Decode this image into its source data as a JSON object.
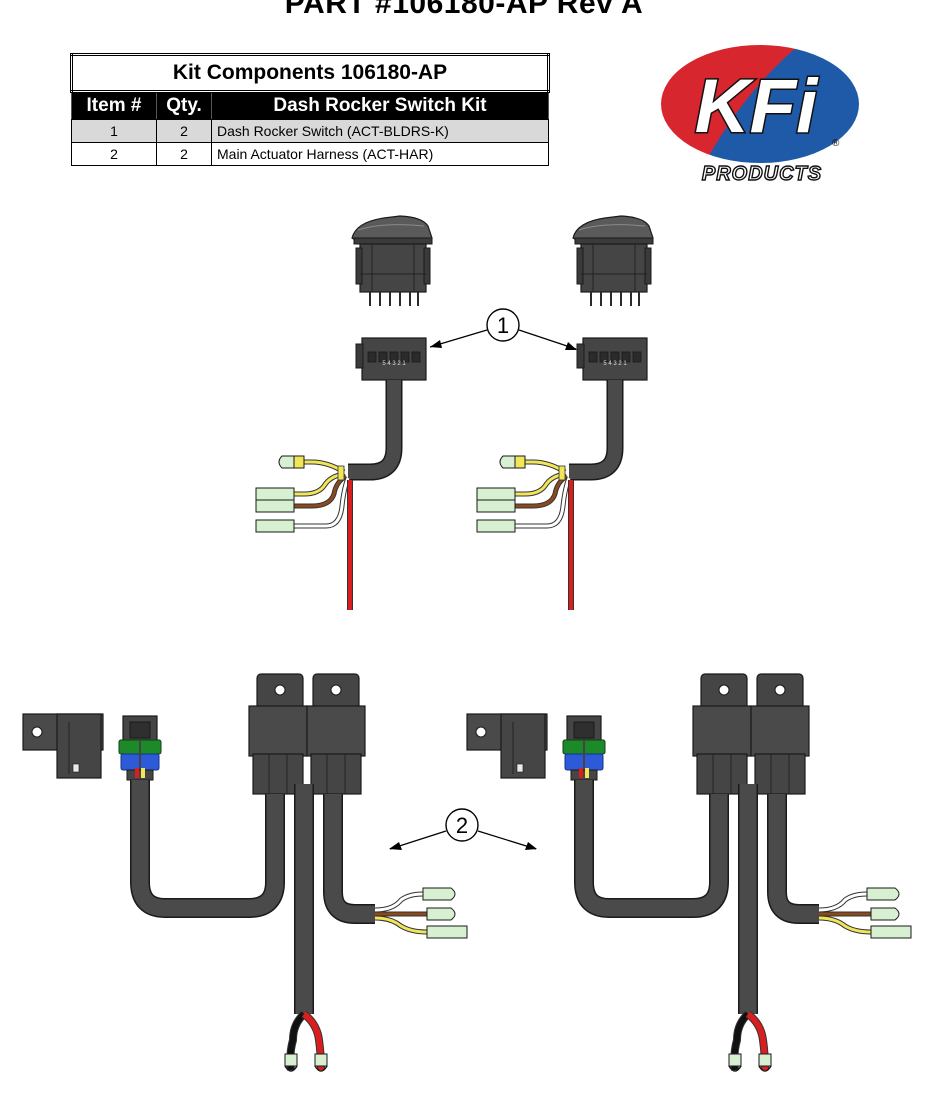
{
  "title": "PART #106180-AP Rev A",
  "kit_table": {
    "caption": "Kit Components 106180-AP",
    "headers": [
      "Item #",
      "Qty.",
      "Dash Rocker Switch Kit"
    ],
    "rows": [
      {
        "item": "1",
        "qty": "2",
        "name": "Dash Rocker Switch (ACT-BLDRS-K)"
      },
      {
        "item": "2",
        "qty": "2",
        "name": "Main Actuator Harness (ACT-HAR)"
      }
    ]
  },
  "logo": {
    "text": "KFi",
    "subtext": "PRODUCTS",
    "mark": "®",
    "colors": {
      "red": "#d7262e",
      "blue": "#1f5aa8",
      "black": "#111111"
    }
  },
  "callouts": {
    "switch": "1",
    "harness": "2"
  },
  "connector_pins": "5 4 3 2 1",
  "colors": {
    "cable": "#4a4a4a",
    "cable_outline": "#1a1a1a",
    "red_wire": "#d81e1e",
    "yellow_wire": "#f1e55a",
    "brown_wire": "#8a4a1e",
    "white_wire": "#ffffff",
    "terminal": "#d7f0d2",
    "plug_blue": "#2d5ad6",
    "plug_green": "#1d8a2a"
  }
}
